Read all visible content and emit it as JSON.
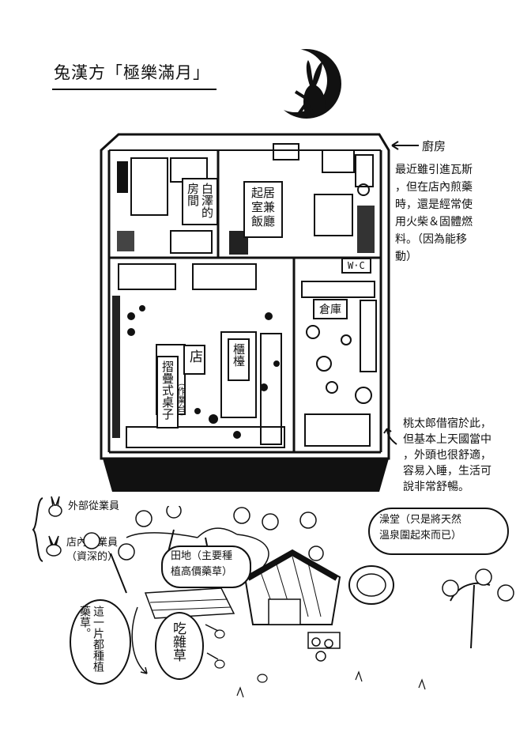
{
  "title": "兔漢方「極樂滿月」",
  "rooms": {
    "bedroom": "白澤的房間",
    "living": "起居室兼飯廳",
    "shop": "店",
    "table": "摺疊式桌子",
    "counter": "櫃檯",
    "workbench": "（作業台）",
    "storage": "倉庫",
    "wc": "W·C"
  },
  "kitchen": {
    "label": "廚房",
    "note_lines": [
      "最近雖引進瓦斯",
      "，但在店內煎藥",
      "時，還是經常使",
      "用火柴＆固體燃",
      "料。（因為能移",
      "動）"
    ]
  },
  "momotaro_note": [
    "桃太郎借宿於此，",
    "但基本上天國當中",
    "，外頭也很舒適，",
    "容易入睡，生活可",
    "說非常舒暢。"
  ],
  "legend": {
    "outside": "外部從業員",
    "inside_lines": [
      "店內從業員",
      "（資深的）"
    ]
  },
  "bath": [
    "澡堂（只是將天然",
    "溫泉圍起來而已）"
  ],
  "field": [
    "田地（主要種",
    "植高價藥草）"
  ],
  "eat_weeds": "吃雜草",
  "herbs": "這一片都種植藥草。"
}
